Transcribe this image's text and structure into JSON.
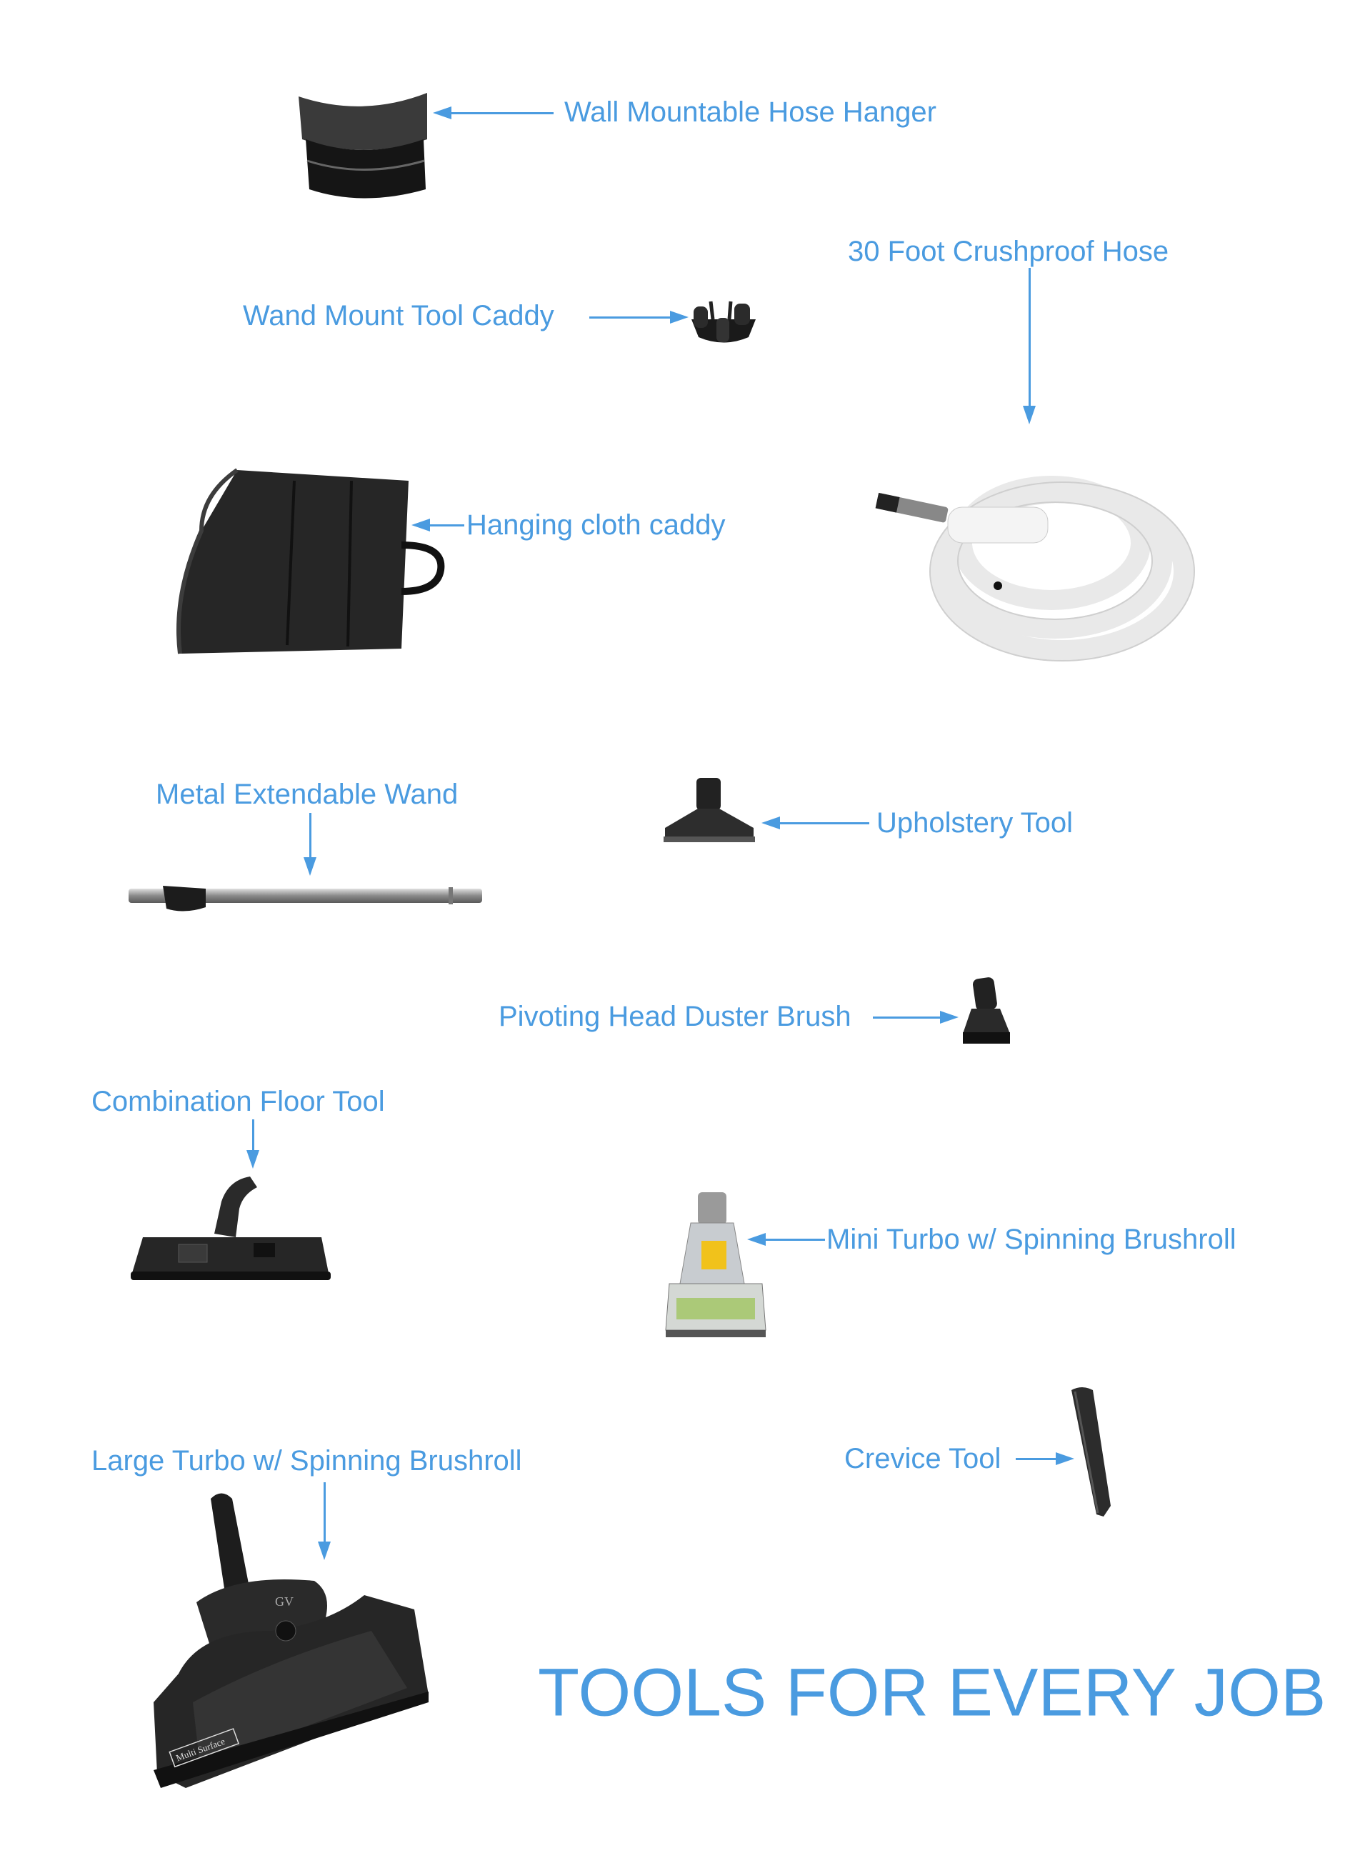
{
  "accent_color": "#4a9be0",
  "labels": {
    "hose_hanger": "Wall Mountable Hose Hanger",
    "hose": "30 Foot Crushproof Hose",
    "tool_caddy": "Wand Mount Tool Caddy",
    "cloth_caddy": "Hanging cloth caddy",
    "wand": "Metal Extendable Wand",
    "upholstery": "Upholstery Tool",
    "duster": "Pivoting Head Duster Brush",
    "floor_tool": "Combination Floor Tool",
    "mini_turbo": "Mini Turbo w/ Spinning Brushroll",
    "crevice": "Crevice Tool",
    "large_turbo": "Large Turbo w/ Spinning Brushroll"
  },
  "product_markings": {
    "large_turbo_logo": "GV",
    "large_turbo_badge": "Multi Surface"
  },
  "headline": "TOOLS FOR EVERY JOB"
}
